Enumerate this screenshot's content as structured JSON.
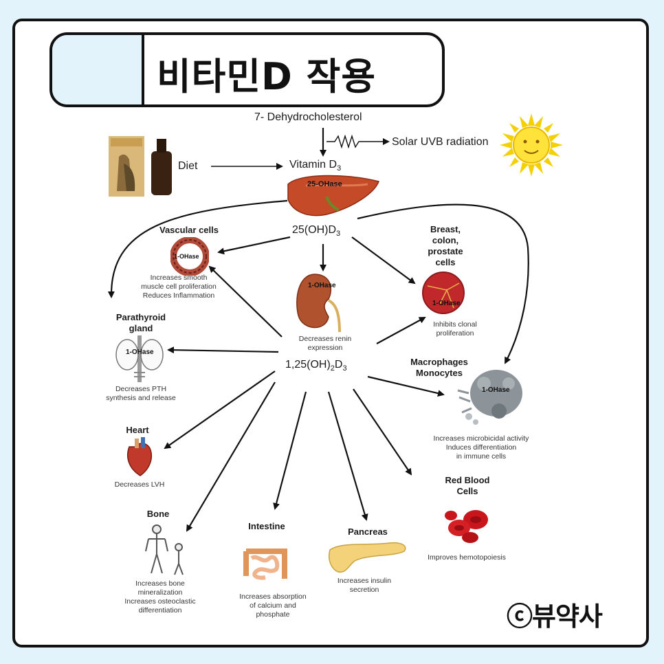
{
  "title": "비타민D 작용",
  "copyright": "ⓒ뷰약사",
  "diagram": {
    "precursor": "7- Dehydrocholesterol",
    "uvb": "Solar UVB radiation",
    "diet": "Diet",
    "vitamin_d3": "Vitamin D",
    "liver_enzyme": "25-OHase",
    "calcidiol": "25(OH)D",
    "calcitriol": "1,25(OH)",
    "kidney_enzyme": "1-OHase",
    "kidney_effect": [
      "Decreases renin",
      "expression"
    ],
    "targets": {
      "vascular": {
        "title": "Vascular cells",
        "enzyme": "1-OHase",
        "effect": [
          "Increases smooth",
          "muscle cell proliferation",
          "Reduces Inflammation"
        ]
      },
      "parathyroid": {
        "title": [
          "Parathyroid",
          "gland"
        ],
        "enzyme": "1-OHase",
        "effect": [
          "Decreases PTH",
          "synthesis and release"
        ]
      },
      "heart": {
        "title": "Heart",
        "effect": [
          "Decreases LVH"
        ]
      },
      "bone": {
        "title": "Bone",
        "effect": [
          "Increases bone",
          "mineralization",
          "Increases osteoclastic",
          "differentiation"
        ]
      },
      "intestine": {
        "title": "Intestine",
        "effect": [
          "Increases absorption",
          "of calcium and",
          "phosphate"
        ]
      },
      "pancreas": {
        "title": "Pancreas",
        "effect": [
          "Increases insulin",
          "secretion"
        ]
      },
      "rbc": {
        "title": [
          "Red Blood",
          "Cells"
        ],
        "effect": [
          "Improves hemotopoiesis"
        ]
      },
      "macrophage": {
        "title": [
          "Macrophages",
          "Monocytes"
        ],
        "enzyme": "1-OHase",
        "effect": [
          "Increases microbicidal activity",
          "Induces differentiation",
          "in immune cells"
        ]
      },
      "breast": {
        "title": [
          "Breast,",
          "colon,",
          "prostate",
          "cells"
        ],
        "enzyme": "1-OHase",
        "effect": [
          "Inhibits clonal",
          "proliferation"
        ]
      }
    }
  }
}
